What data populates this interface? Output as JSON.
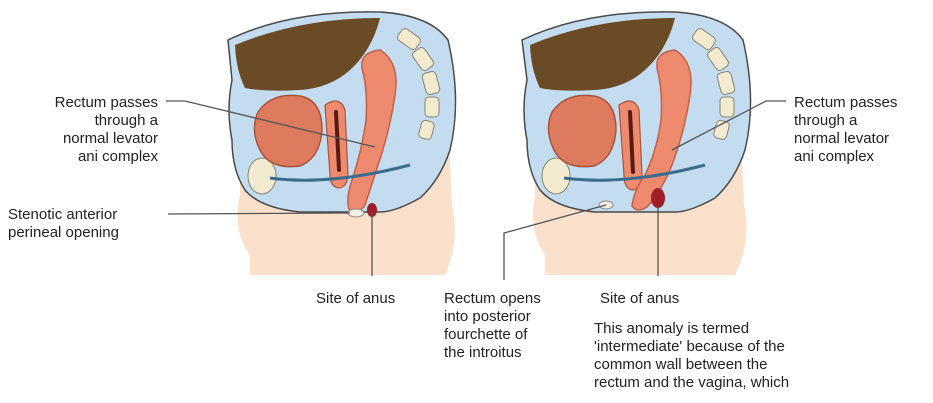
{
  "left_panel": {
    "label_rectum_passes": "Rectum passes\nthrough a\nnormal levator\nani complex",
    "label_stenotic": "Stenotic anterior\nperineal opening",
    "label_site_of_anus": "Site of anus"
  },
  "right_panel": {
    "label_rectum_opens": "Rectum opens\ninto posterior\nfourchette of\nthe introitus",
    "label_site_of_anus": "Site of anus",
    "label_rectum_passes": "Rectum passes\nthrough a\nnormal levator\nani complex",
    "note": "This anomaly is termed\n'intermediate' because of the\ncommon wall between the\nrectum and the vagina, which"
  },
  "colors": {
    "pelvic_fill": "#c3dcef",
    "pelvic_stroke": "#4a4a4a",
    "skin": "#fbe0cc",
    "bowel": "#6b4a26",
    "rectum": "#ee8a6e",
    "rectum_dark": "#c2604a",
    "bladder": "#de7a5d",
    "bone": "#f3ebcf",
    "leader": "#555555"
  }
}
